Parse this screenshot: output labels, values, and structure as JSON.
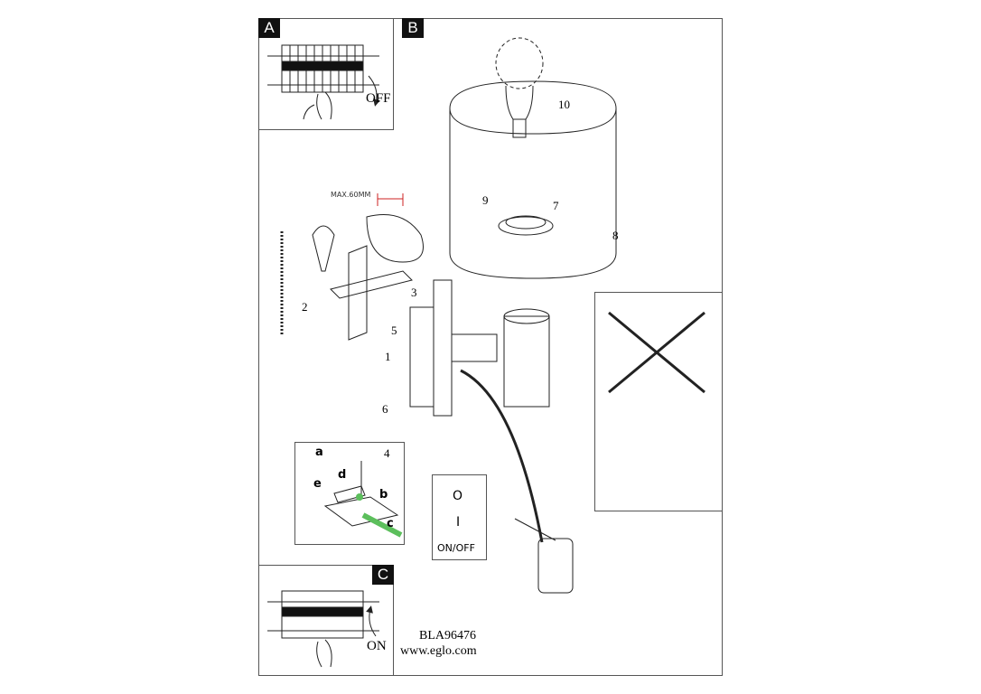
{
  "sections": {
    "a": "A",
    "b": "B",
    "c": "C"
  },
  "breaker": {
    "off_label": "OFF",
    "on_label": "ON"
  },
  "steps": [
    "1",
    "2",
    "3",
    "4",
    "5",
    "6",
    "7",
    "8",
    "9",
    "10"
  ],
  "wiring_labels": {
    "a": "a",
    "b": "b",
    "c": "c",
    "d": "d",
    "e": "e"
  },
  "dimension": {
    "max_strip": "MAX.60MM"
  },
  "switch": {
    "off_symbol": "O",
    "on_symbol": "I",
    "label": "ON/OFF"
  },
  "footer": {
    "model": "BLA96476",
    "url": "www.eglo.com"
  },
  "colors": {
    "line": "#222222",
    "dimension": "#cc2222",
    "wire_green": "#5cbf5c"
  }
}
